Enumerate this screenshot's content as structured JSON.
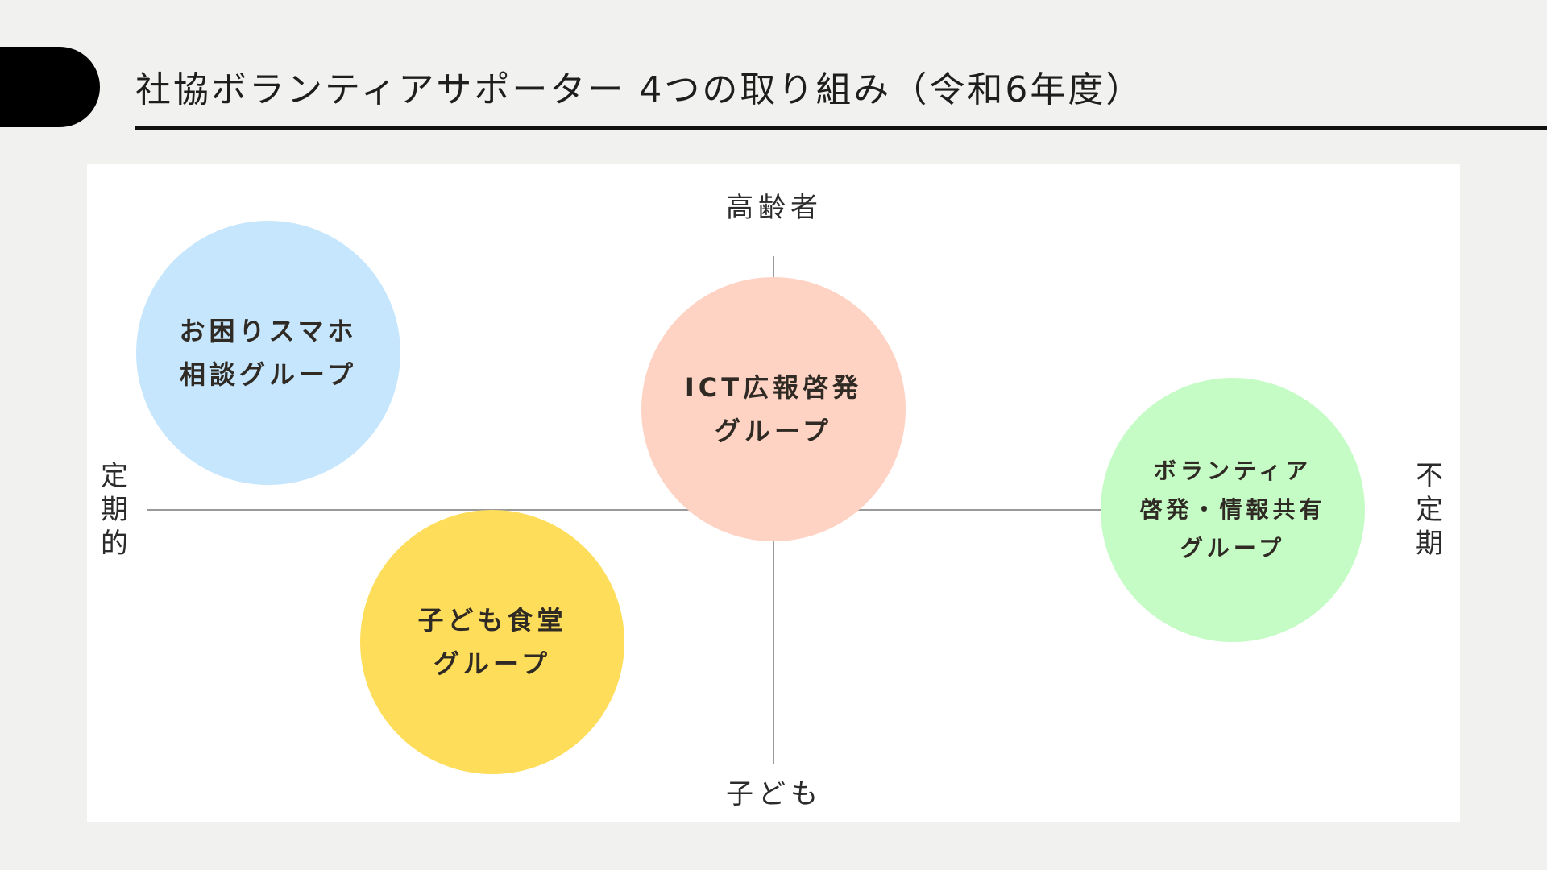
{
  "title": "社協ボランティアサポーター 4つの取り組み（令和6年度）",
  "axes": {
    "top": "高齢者",
    "bottom": "子ども",
    "left": "定期的",
    "right": "不定期"
  },
  "groups": [
    {
      "lines": [
        "お困りスマホ",
        "相談グループ"
      ],
      "color": "#c5e6fc"
    },
    {
      "lines": [
        "ICT広報啓発",
        "グループ"
      ],
      "color": "#fed3c3"
    },
    {
      "lines": [
        "子ども食堂",
        "グループ"
      ],
      "color": "#fedd5a"
    },
    {
      "lines": [
        "ボランティア",
        "啓発・情報共有",
        "グループ"
      ],
      "color": "#c5fcc6"
    }
  ],
  "colors": {
    "background": "#f1f1f0",
    "panel": "#ffffff",
    "axis": "#9a9a9a",
    "title_tab": "#000000"
  }
}
